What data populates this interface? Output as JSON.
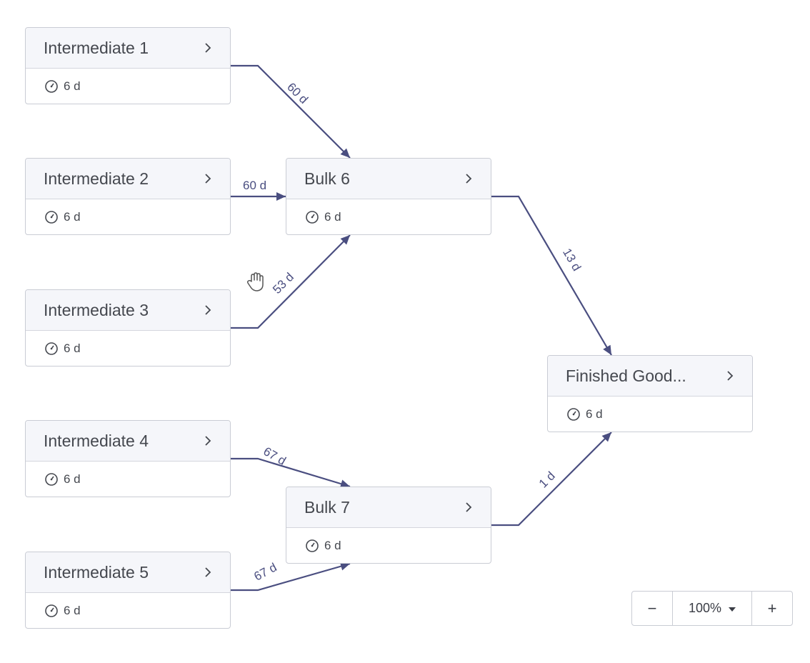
{
  "nodes": [
    {
      "id": "intermediate-1",
      "title": "Intermediate 1",
      "duration": "6 d"
    },
    {
      "id": "intermediate-2",
      "title": "Intermediate 2",
      "duration": "6 d"
    },
    {
      "id": "intermediate-3",
      "title": "Intermediate 3",
      "duration": "6 d"
    },
    {
      "id": "intermediate-4",
      "title": "Intermediate 4",
      "duration": "6 d"
    },
    {
      "id": "intermediate-5",
      "title": "Intermediate 5",
      "duration": "6 d"
    },
    {
      "id": "bulk-6",
      "title": "Bulk 6",
      "duration": "6 d"
    },
    {
      "id": "bulk-7",
      "title": "Bulk 7",
      "duration": "6 d"
    },
    {
      "id": "finished-good",
      "title": "Finished Good...",
      "duration": "6 d"
    }
  ],
  "edges": [
    {
      "from": "intermediate-1",
      "to": "bulk-6",
      "label": "60 d"
    },
    {
      "from": "intermediate-2",
      "to": "bulk-6",
      "label": "60 d"
    },
    {
      "from": "intermediate-3",
      "to": "bulk-6",
      "label": "53 d"
    },
    {
      "from": "intermediate-4",
      "to": "bulk-7",
      "label": "67 d"
    },
    {
      "from": "intermediate-5",
      "to": "bulk-7",
      "label": "67 d"
    },
    {
      "from": "bulk-6",
      "to": "finished-good",
      "label": "13 d"
    },
    {
      "from": "bulk-7",
      "to": "finished-good",
      "label": "1 d"
    }
  ],
  "zoom": {
    "minus": "−",
    "value": "100%",
    "plus": "+"
  },
  "colors": {
    "edge": "#4a4e80",
    "node_header": "#f5f6fa",
    "border": "#c9ccd4"
  },
  "icons": {
    "node_open": "chevron-right-icon",
    "duration": "clock-icon",
    "cursor": "hand-cursor-icon",
    "zoom_menu": "caret-down-icon"
  }
}
